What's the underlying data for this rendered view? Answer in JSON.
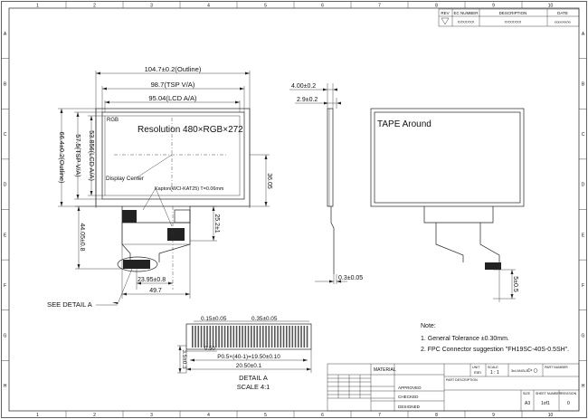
{
  "border": {
    "col_numbers_top": [
      "1",
      "2",
      "3",
      "4",
      "5",
      "6",
      "7",
      "8",
      "9",
      "10"
    ],
    "col_numbers_bottom": [
      "1",
      "2",
      "3",
      "4",
      "5",
      "6",
      "7",
      "8",
      "9",
      "10"
    ],
    "row_letters": [
      "A",
      "B",
      "C",
      "D",
      "E",
      "F",
      "G",
      "H"
    ]
  },
  "revision_block": {
    "headers": [
      "REV",
      "EC NUMBER",
      "DESCRIPTION",
      "DATE"
    ],
    "row": [
      "",
      "XXXXXXX",
      "XXXXXXX",
      "xxxxx/xx/xx"
    ]
  },
  "front_view": {
    "outline_width": "104.7±0.2(Outline)",
    "tsp_va": "98.7(TSP V/A)",
    "lcd_aa": "95.04(LCD A/A)",
    "outline_height": "66.4±0.2(Outline)",
    "tsp_va_height": "57.5(TSP V/A)",
    "lcd_aa_height": "53.856(LCD A/A)",
    "resolution": "Resolution 480×RGB×272",
    "display_center": "Display Center",
    "kapton": "Kapton(WCI-KAT25) T=0.06mm",
    "dim_right": "36.05",
    "dim_fpc_right": "25.2±1",
    "dim_fpc_length": "44.05±0.8",
    "dim_conn_offset": "23.95±0.8",
    "dim_fpc_width": "49.7",
    "rgb_mark": "RGB",
    "see_detail": "SEE DETAIL A"
  },
  "side_view": {
    "thickness_total": "4.00±0.2",
    "thickness_panel": "2.9±0.2",
    "fpc_thickness": "0.3±0.05"
  },
  "back_view": {
    "tape_label": "TAPE Around",
    "dim_bottom": "5±0.5"
  },
  "detail_a": {
    "pitch_a": "0.15±0.05",
    "pitch_b": "0.35±0.05",
    "pad": "0.50",
    "pitch_total": "P0.5×(40-1)=19.50±0.10",
    "total_width": "20.50±0.1",
    "height": "3.5±0.3",
    "title": "DETAIL A",
    "scale": "SCALE 4:1"
  },
  "notes": {
    "title": "Note:",
    "items": [
      "1. General Tolerance ±0.30mm.",
      "2. FPC Connector suggestion \"FH19SC-40S-0.5SH\"."
    ]
  },
  "title_block": {
    "material": "MATERIAL",
    "approved": "APPROVED",
    "checked": "CHECKED",
    "designed": "DESIGNED",
    "unit_label": "UNIT",
    "unit": "mm",
    "scale_label": "SCALE",
    "scale": "1 : 1",
    "angle": "3rd ANGLE",
    "part_number": "PART NUMBER",
    "part_description": "PART DESCRIPTION",
    "size_label": "SIZE",
    "size": "A3",
    "sheet_label": "SHEET NUMBER",
    "sheet": "1of1",
    "revision_label": "REVISION",
    "revision": "0"
  }
}
